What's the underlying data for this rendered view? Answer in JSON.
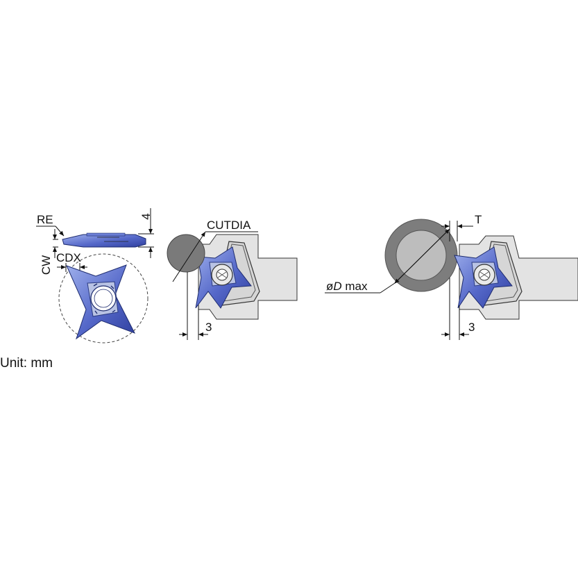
{
  "labels": {
    "re": "RE",
    "cw": "CW",
    "cdx": "CDX",
    "height": "4",
    "cutdia": "CUTDIA",
    "offset_left": "3",
    "d_prefix": "ø",
    "d_var": "D",
    "d_suffix": " max",
    "t": "T",
    "offset_right": "3"
  },
  "unit_text": "Unit: mm",
  "colors": {
    "insert_light": "#8e9fe0",
    "insert_dark": "#3f51b5",
    "holder": "#e3e3e3",
    "workpiece_ring": "#7d7d7d",
    "workpiece_core": "#bdbdbd",
    "workpiece_left": "#7a7a7a"
  }
}
